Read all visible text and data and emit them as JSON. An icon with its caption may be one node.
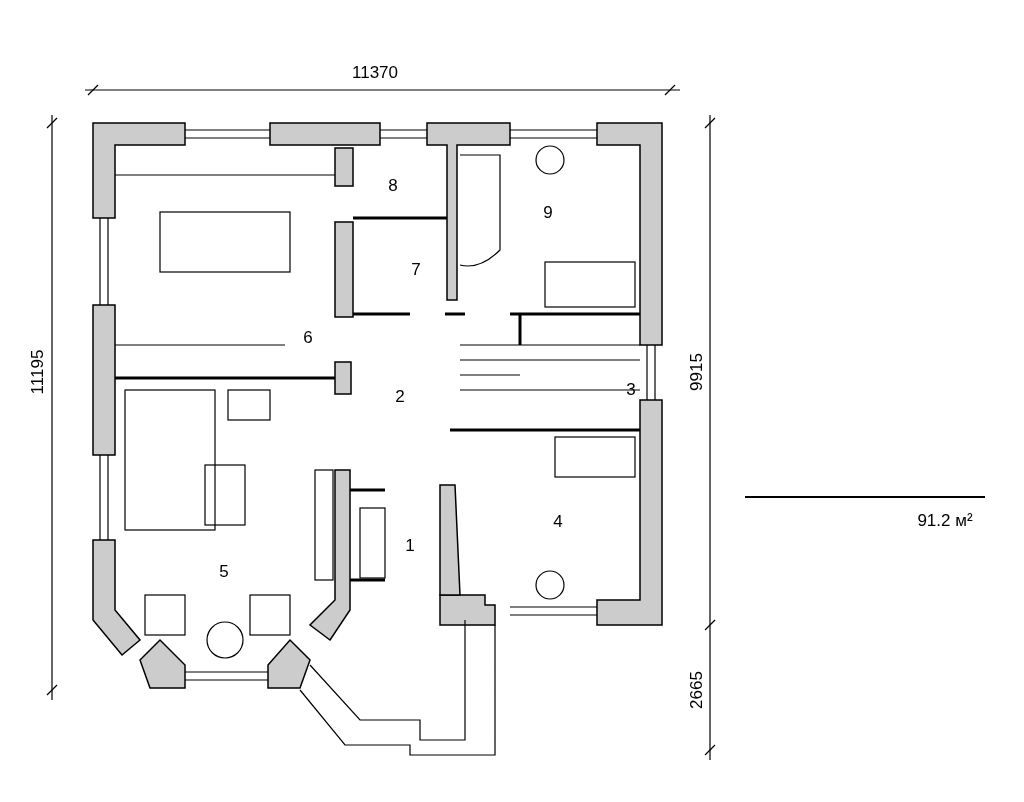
{
  "diagram": {
    "labels": [
      "11370",
      "11195",
      "9915",
      "2665",
      "8",
      "9",
      "7",
      "6",
      "2",
      "3",
      "4",
      "1",
      "5",
      "91.2 м²"
    ]
  }
}
